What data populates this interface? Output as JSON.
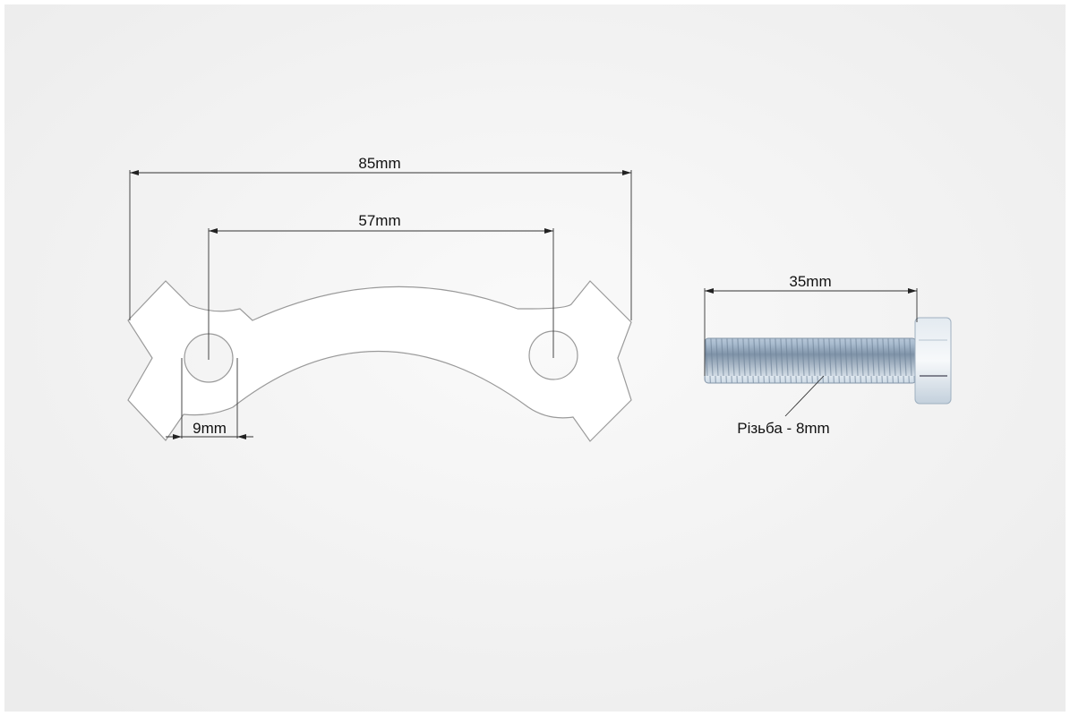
{
  "dimensions": {
    "overall_length": "85mm",
    "hole_spacing": "57mm",
    "hole_diameter": "9mm",
    "bolt_length": "35mm",
    "bolt_thread": "Різьба - 8mm"
  },
  "colors": {
    "background": "#f4f4f4",
    "line": "#333333",
    "plate": "#ffffff",
    "bolt": "#b8c8d8"
  }
}
